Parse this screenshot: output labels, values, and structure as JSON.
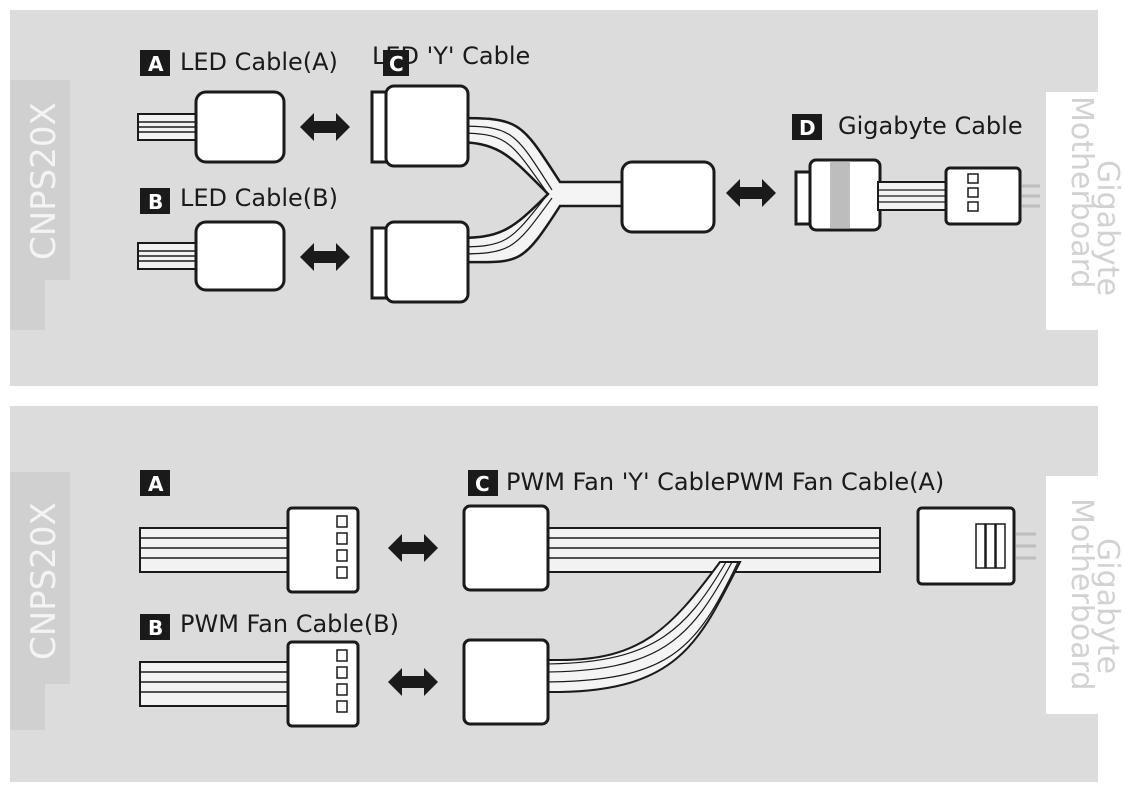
{
  "panels": [
    {
      "left_device": "CNPS20X",
      "right_device": [
        "Gigabyte",
        "Motherboard"
      ],
      "labels": {
        "a": {
          "badge": "A",
          "text": "LED Cable(A)"
        },
        "c": {
          "badge": "C",
          "text": "LED 'Y' Cable"
        },
        "b": {
          "badge": "B",
          "text": "LED Cable(B)"
        },
        "d": {
          "badge": "D",
          "text": "Gigabyte Cable"
        }
      }
    },
    {
      "left_device": "CNPS20X",
      "right_device": [
        "Gigabyte",
        "Motherboard"
      ],
      "labels": {
        "a": {
          "badge": "A",
          "text": ""
        },
        "c": {
          "badge": "C",
          "text": "PWM Fan 'Y' CablePWM Fan Cable(A)"
        },
        "b": {
          "badge": "B",
          "text": "PWM Fan Cable(B)"
        }
      }
    }
  ],
  "colors": {
    "panel": "#dcdcdc",
    "device_text": "#f2f2f2",
    "badge": "#1a1a1a",
    "arrow": "#1a1a1a"
  },
  "icons": [
    "double-arrow-icon",
    "connector-icon"
  ]
}
